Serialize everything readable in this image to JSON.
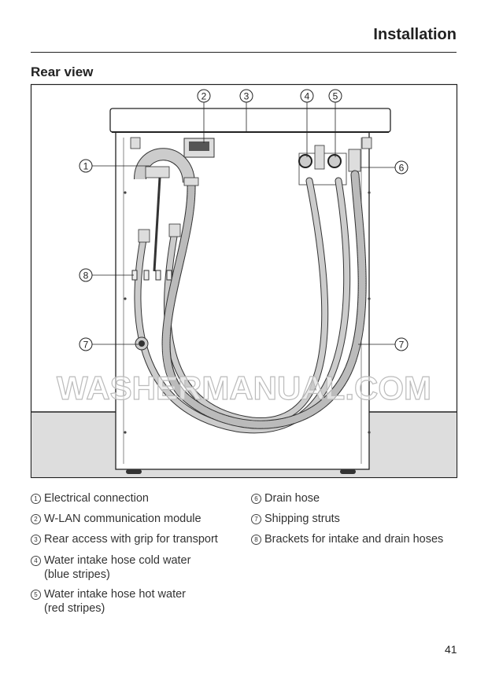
{
  "header": {
    "section_title": "Installation",
    "sub_title": "Rear view"
  },
  "diagram": {
    "callouts": [
      "1",
      "2",
      "3",
      "4",
      "5",
      "6",
      "7",
      "7",
      "8"
    ],
    "watermark": "WASHERMANUAL.COM"
  },
  "legend": [
    {
      "num": "1",
      "text": "Electrical connection"
    },
    {
      "num": "2",
      "text": "W-LAN communication module"
    },
    {
      "num": "3",
      "text": "Rear access with grip for transport"
    },
    {
      "num": "4",
      "text": "Water intake hose cold water",
      "text2": "(blue stripes)"
    },
    {
      "num": "5",
      "text": "Water intake hose hot water",
      "text2": "(red stripes)"
    },
    {
      "num": "6",
      "text": "Drain hose"
    },
    {
      "num": "7",
      "text": "Shipping struts"
    },
    {
      "num": "8",
      "text": "Brackets for intake and drain hoses"
    }
  ],
  "page_number": "41"
}
